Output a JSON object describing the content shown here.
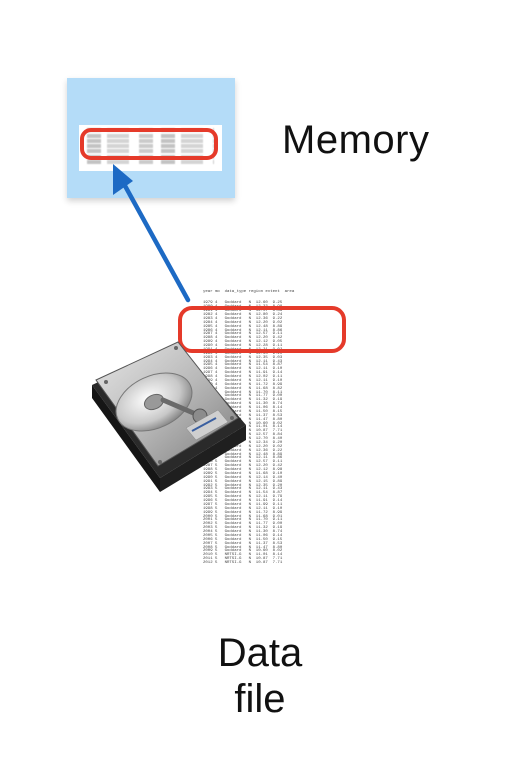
{
  "memory": {
    "label": "Memory"
  },
  "data_file": {
    "label_line1": "Data",
    "label_line2": "file",
    "header": "year mo  data_type region extent  area",
    "rows": [
      "1979 4   Goddard   N  12.60  9.25",
      "1980 4   Goddard   N  12.33  8.98",
      "1981 4   Goddard   N  12.57  8.89",
      "1982 4   Goddard   N  12.80  9.24",
      "1983 4   Goddard   N  12.36  9.22",
      "1984 4   Goddard   N  12.20  9.02",
      "1985 4   Goddard   N  12.48  8.89",
      "1986 4   Goddard   N  12.11  8.86",
      "1987 4   Goddard   N  12.57  9.11",
      "1988 4   Goddard   N  12.20  9.42",
      "1989 4   Goddard   N  12.12  9.05",
      "1990 4   Goddard   N  12.28  9.11",
      "1991 4   Goddard   N  12.21  9.02",
      "1992 4   Goddard   N  12.35  9.20",
      "1993 4   Goddard   N  12.35  9.03",
      "1994 4   Goddard   N  12.11  9.43",
      "1995 4   Goddard   N  11.54  8.87",
      "1996 4   Goddard   N  12.11  9.10",
      "1997 4   Goddard   N  11.91  9.14",
      "1998 4   Goddard   N  12.02  9.11",
      "1999 4   Goddard   N  12.11  9.10",
      "2000 4   Goddard   N  11.72  8.99",
      "2001 4   Goddard   N  11.68  8.82",
      "2002 4   Goddard   N  11.70  8.11",
      "2003 4   Goddard   N  11.77  9.00",
      "2004 4   Goddard   N  11.32  9.19",
      "2005 4   Goddard   N  11.30  8.74",
      "2006 4   Goddard   N  11.06  8.14",
      "2007 4   Goddard   N  11.50  8.15",
      "2008 4   Goddard   N  11.37  8.53",
      "2009 4   Goddard   N  11.47  8.80",
      "2010 4   NRTSI-G   N  10.60  8.02",
      "2011 4   NRTSI-G   N  11.01  8.14",
      "2012 4   NRTSI-G   N  10.87  7.71",
      "1979 5   Goddard   N  12.57  8.84",
      "1980 5   Goddard   N  12.70  8.40",
      "1981 5   Goddard   N  12.34  9.20",
      "1982 5   Goddard   N  12.20  9.02",
      "1983 5   Goddard   N  12.36  9.22",
      "1984 5   Goddard   N  12.48  8.89",
      "1985 5   Goddard   N  12.11  8.86",
      "1986 5   Goddard   N  12.57  9.11",
      "1987 5   Goddard   N  12.20  9.42",
      "1988 5   Goddard   N  12.12  8.98",
      "1989 5   Goddard   N  11.68  9.10",
      "1990 5   Goddard   N  12.14  9.40",
      "1991 5   Goddard   N  12.15  9.89",
      "1992 5   Goddard   N  12.35  9.20",
      "1993 5   Goddard   N  12.11  9.43",
      "1994 5   Goddard   N  11.54  8.87",
      "1995 5   Goddard   N  12.11  9.79",
      "1996 5   Goddard   N  11.91  9.14",
      "1997 5   Goddard   N  11.99  9.11",
      "1998 5   Goddard   N  12.11  9.10",
      "1999 5   Goddard   N  11.72  8.99",
      "2000 5   Goddard   N  11.68  9.01",
      "2001 5   Goddard   N  11.70  9.11",
      "2002 5   Goddard   N  11.77  9.00",
      "2003 5   Goddard   N  11.32  9.19",
      "2004 5   Goddard   N  11.30  8.74",
      "2005 5   Goddard   N  11.06  9.14",
      "2006 5   Goddard   N  11.50  9.15",
      "2007 5   Goddard   N  11.37  8.53",
      "2008 5   Goddard   N  11.47  8.80",
      "2009 5   Goddard   N  10.60  8.02",
      "2010 5   NRTSI-G   N  11.01  8.14",
      "2011 5   NRTSI-G   N  10.87  7.71",
      "2012 5   NRTSI-G   N  10.87  7.71"
    ]
  },
  "colors": {
    "memory_fill": "#b4dcf8",
    "highlight": "#e53a2a",
    "arrow": "#1d6ac4"
  }
}
